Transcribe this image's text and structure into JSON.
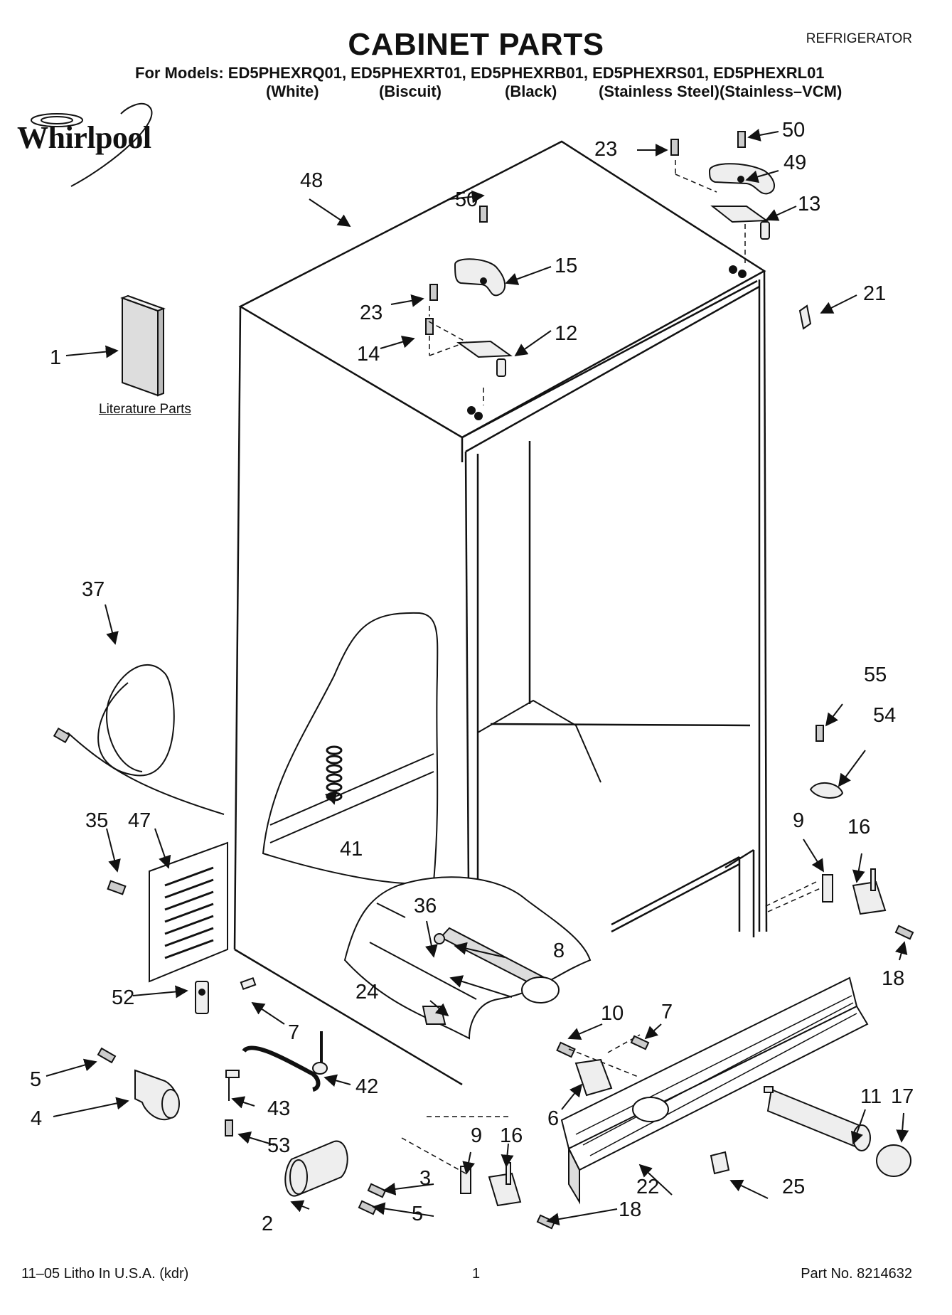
{
  "header": {
    "title": "CABINET PARTS",
    "category": "REFRIGERATOR",
    "models_line": "For Models: ED5PHEXRQ01, ED5PHEXRT01, ED5PHEXRB01, ED5PHEXRS01, ED5PHEXRL01",
    "variants": [
      "(White)",
      "(Biscuit)",
      "(Black)",
      "(Stainless Steel)(Stainless–VCM)"
    ]
  },
  "brand": {
    "name": "Whirlpool"
  },
  "literature": {
    "label": "Literature Parts"
  },
  "callouts": [
    "1",
    "2",
    "3",
    "4",
    "5",
    "5",
    "6",
    "7",
    "7",
    "8",
    "9",
    "9",
    "10",
    "11",
    "12",
    "13",
    "14",
    "15",
    "16",
    "16",
    "17",
    "18",
    "18",
    "21",
    "22",
    "23",
    "23",
    "24",
    "25",
    "35",
    "36",
    "37",
    "41",
    "42",
    "43",
    "47",
    "48",
    "49",
    "50",
    "50",
    "52",
    "53",
    "54",
    "55"
  ],
  "footer": {
    "left": "11–05 Litho In U.S.A. (kdr)",
    "page": "1",
    "part_number": "Part No. 8214632"
  }
}
